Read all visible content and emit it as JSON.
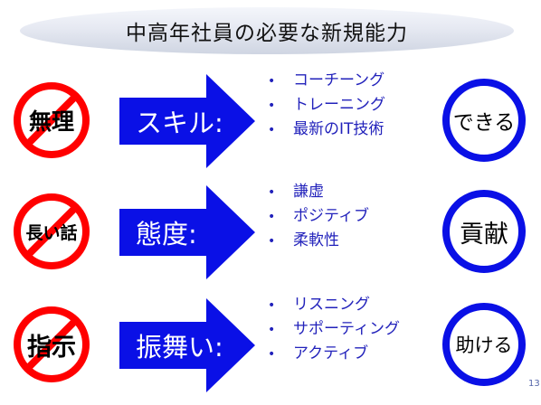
{
  "title": "中高年社員の必要な新規能力",
  "rows": [
    {
      "prohibited": "無理",
      "arrow_label": "スキル:",
      "bullets": [
        "コーチーング",
        "トレーニング",
        "最新のIT技術"
      ],
      "outcome": "できる"
    },
    {
      "prohibited": "長い話",
      "arrow_label": "態度:",
      "bullets": [
        "謙虚",
        "ポジティブ",
        "柔軟性"
      ],
      "outcome": "貢献"
    },
    {
      "prohibited": "指示",
      "arrow_label": "振舞い:",
      "bullets": [
        "リスニング",
        "サポーティング",
        "アクティブ"
      ],
      "outcome": "助ける"
    }
  ],
  "bullet_marker": "•",
  "page_number": "13",
  "icons": {
    "prohibited": "prohibition-icon",
    "arrow": "right-arrow-icon",
    "outcome": "ring-icon"
  },
  "colors": {
    "arrow": "#0a10e6",
    "bullet_text": "#2222bb",
    "prohibition": "#ff0000",
    "ring": "#0a10e6"
  }
}
